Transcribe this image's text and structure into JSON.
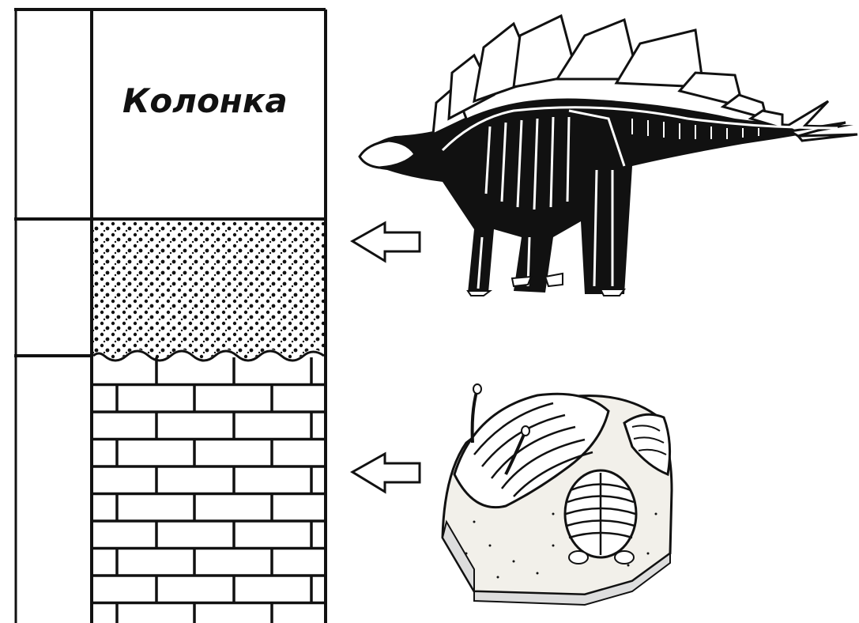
{
  "column": {
    "title": "Колонка",
    "layers": [
      {
        "id": "top",
        "pattern": "blank"
      },
      {
        "id": "sandstone",
        "pattern": "dots"
      },
      {
        "id": "limestone",
        "pattern": "bricks"
      }
    ]
  },
  "arrows": [
    {
      "id": "arrow-to-sandstone",
      "direction": "left"
    },
    {
      "id": "arrow-to-limestone",
      "direction": "left"
    }
  ],
  "fossils": [
    {
      "id": "stegosaurus",
      "icon": "stegosaurus-skeleton-icon"
    },
    {
      "id": "trilobites",
      "icon": "trilobite-fossil-icon"
    }
  ],
  "colors": {
    "ink": "#111111",
    "paper": "#ffffff",
    "rock": "#f2f0ea"
  }
}
